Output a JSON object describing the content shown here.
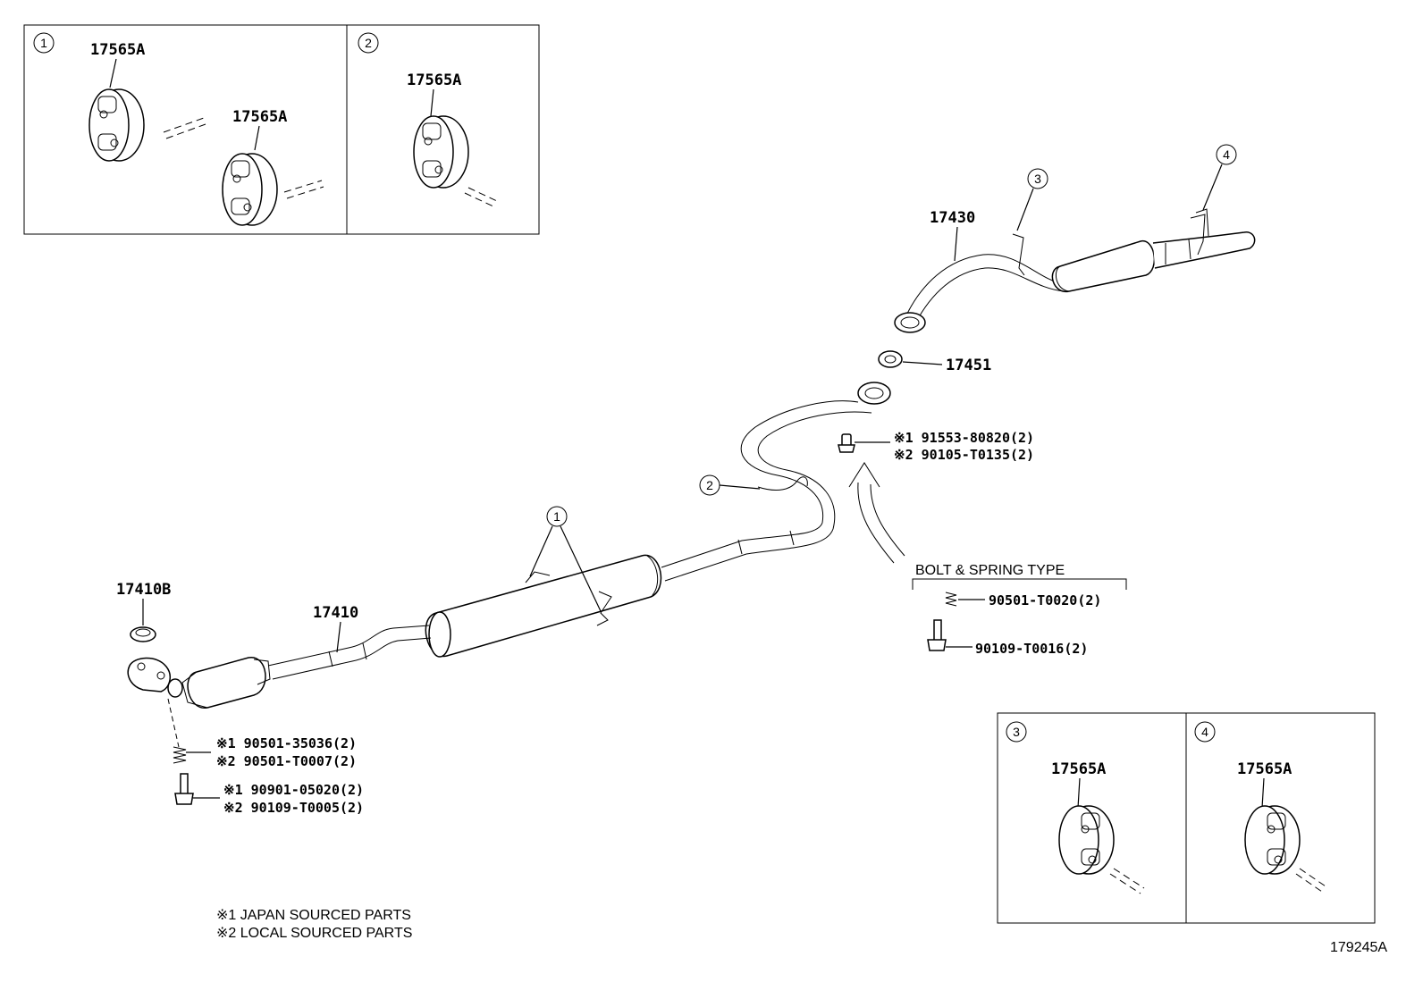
{
  "diagram_id": "179245A",
  "callout_numbers": [
    "1",
    "2",
    "3",
    "4"
  ],
  "inset1": {
    "callout": "1",
    "label_a": "17565A",
    "label_b": "17565A"
  },
  "inset2": {
    "callout": "2",
    "label": "17565A"
  },
  "inset3": {
    "callout": "3",
    "label": "17565A"
  },
  "inset4": {
    "callout": "4",
    "label": "17565A"
  },
  "parts": {
    "tail_pipe": "17430",
    "gasket_17451": "17451",
    "front_pipe": "17410",
    "gasket_17410b": "17410B"
  },
  "bolt_center": {
    "line1": "※1 91553-80820(2)",
    "line2": "※2 90105-T0135(2)"
  },
  "bolt_spring": {
    "title": "BOLT & SPRING TYPE",
    "spring": "90501-T0020(2)",
    "bolt": "90109-T0016(2)"
  },
  "front_spring": {
    "line1": "※1 90501-35036(2)",
    "line2": "※2 90501-T0007(2)"
  },
  "front_bolt": {
    "line1": "※1 90901-05020(2)",
    "line2": "※2 90109-T0005(2)"
  },
  "legend": {
    "line1": "※1 JAPAN SOURCED PARTS",
    "line2": "※2 LOCAL SOURCED PARTS"
  }
}
